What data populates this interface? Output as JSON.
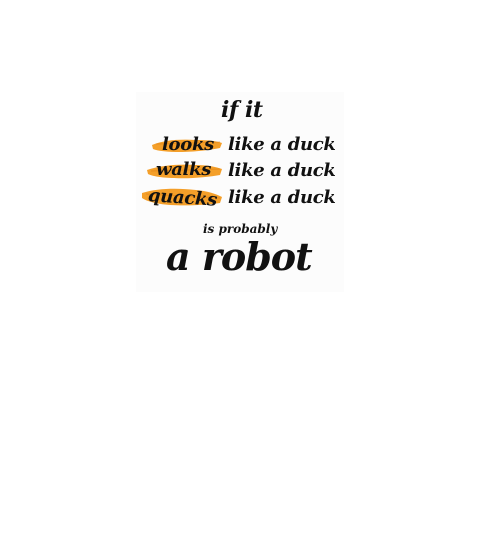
{
  "poster": {
    "line_if_it": "if it",
    "rows": [
      {
        "verb": "looks",
        "phrase": "like a duck"
      },
      {
        "verb": "walks",
        "phrase": "like a duck"
      },
      {
        "verb": "quacks",
        "phrase": "like a duck"
      }
    ],
    "is_probably": "is probably",
    "conclusion": "a robot"
  },
  "colors": {
    "highlight": "#f39a1e",
    "text": "#111111",
    "background": "#ffffff"
  }
}
